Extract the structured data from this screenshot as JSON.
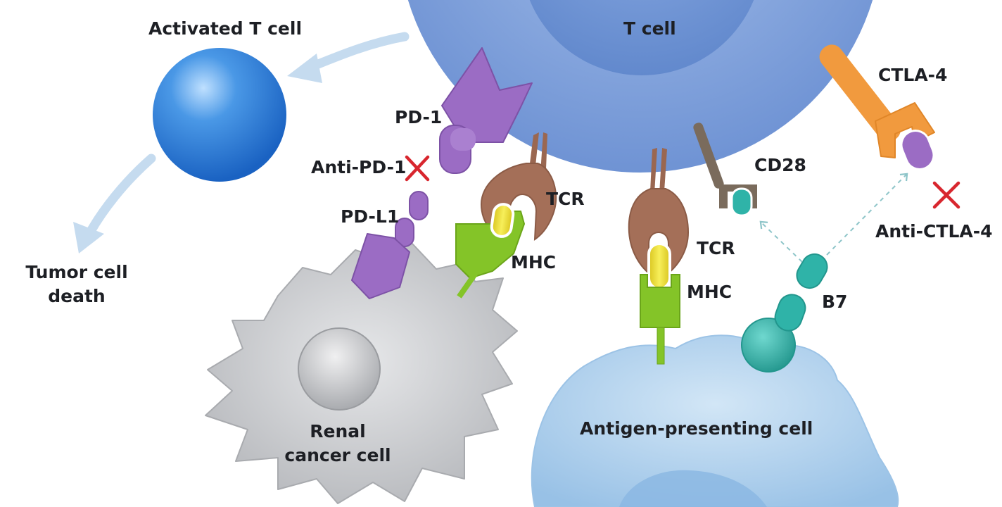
{
  "labels": {
    "t_cell": "T cell",
    "activated_t_cell": "Activated T cell",
    "tumor_cell_death_line1": "Tumor cell",
    "tumor_cell_death_line2": "death",
    "pd1": "PD-1",
    "anti_pd1": "Anti-PD-1",
    "pdl1": "PD-L1",
    "tcr_left": "TCR",
    "mhc_left": "MHC",
    "renal_line1": "Renal",
    "renal_line2": "cancer cell",
    "tcr_right": "TCR",
    "mhc_right": "MHC",
    "cd28": "CD28",
    "ctla4": "CTLA-4",
    "anti_ctla4": "Anti-CTLA-4",
    "b7": "B7",
    "apc": "Antigen-presenting cell"
  },
  "colors": {
    "t_cell_outer": "#7f9fda",
    "t_cell_inner": "#6d8fd0",
    "activated_t_cell": "#2f7fd8",
    "arrow": "#c5dbef",
    "pd1": "#9b6cc4",
    "tcr": "#a46f58",
    "mhc": "#84c428",
    "antigen": "#ecde2a",
    "cd28": "#7a6b5c",
    "ctla4": "#f19a3e",
    "b7": "#2fb3a8",
    "cancer_cell": "#c9cbcf",
    "apc": "#a9cdeb",
    "block_x": "#d8262e"
  }
}
